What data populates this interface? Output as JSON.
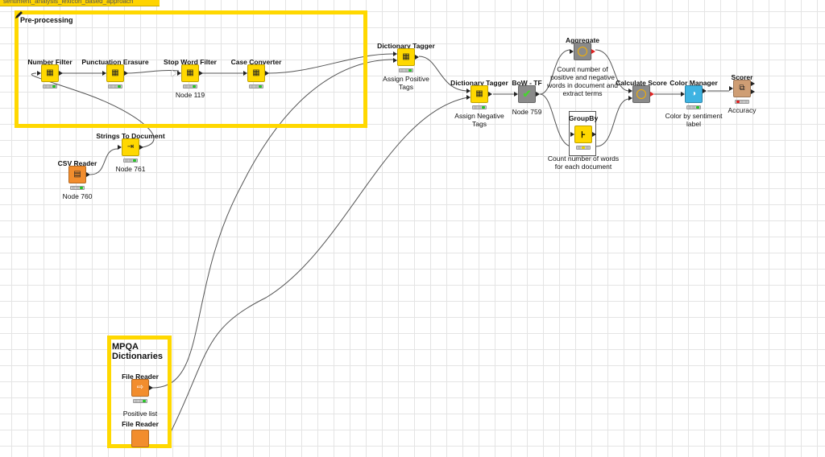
{
  "workflow_tab": "sentiment_analysis_lexicon_based_approach",
  "annotations": [
    {
      "id": "preproc",
      "title": "Pre-processing"
    },
    {
      "id": "mpqa",
      "title": "MPQA Dictionaries"
    }
  ],
  "nodes": {
    "number_filter": {
      "name": "Number Filter",
      "label": "",
      "status": "ok"
    },
    "punctuation_erasure": {
      "name": "Punctuation Erasure",
      "label": "",
      "status": "ok"
    },
    "stop_word_filter": {
      "name": "Stop Word Filter",
      "label": "Node 119",
      "status": "ok"
    },
    "case_converter": {
      "name": "Case Converter",
      "label": "",
      "status": "ok"
    },
    "strings_to_document": {
      "name": "Strings To Document",
      "label": "Node 761",
      "status": "ok"
    },
    "csv_reader": {
      "name": "CSV Reader",
      "label": "Node 760",
      "status": "ok"
    },
    "dict_tagger_pos": {
      "name": "Dictionary Tagger",
      "label": "Assign Positive Tags",
      "status": "ok"
    },
    "dict_tagger_neg": {
      "name": "Dictionary Tagger",
      "label": "Assign Negative Tags",
      "status": "ok"
    },
    "bow_tf": {
      "name": "BoW - TF",
      "label": "Node 759",
      "status": "ok"
    },
    "aggregate": {
      "name": "Aggregate",
      "label": "Count number of positive and negative words in document and extract terms",
      "status": "ok"
    },
    "groupby": {
      "name": "GroupBy",
      "label": "Count number of words for each document",
      "status": "idle"
    },
    "calculate_score": {
      "name": "Calculate Score",
      "label": "",
      "status": "ok"
    },
    "color_manager": {
      "name": "Color Manager",
      "label": "Color by sentiment label",
      "status": "ok"
    },
    "scorer": {
      "name": "Scorer",
      "label": "Accuracy",
      "status": "err"
    },
    "file_reader_pos": {
      "name": "File Reader",
      "label": "Positive list",
      "status": "ok"
    },
    "file_reader_neg": {
      "name": "File Reader",
      "label": "",
      "status": "ok"
    }
  },
  "colors": {
    "annotation_border": "#ffd800",
    "manipulator_node": "#ffd800",
    "source_node": "#f28d2d",
    "metanode": "#8a8a8a",
    "viz_node": "#3eb3e2",
    "other_node": "#cf9e74",
    "status_green": "#26c426",
    "status_yellow": "#e8d200",
    "status_red": "#e02020"
  },
  "icons": {
    "edit": "pencil-icon",
    "text_processing": "document-icon",
    "reader": "file-arrow-icon",
    "metanode": "checkmark-icon",
    "aggregate": "clock-icon",
    "groupby": "groupby-icon",
    "color": "droplet-icon",
    "scorer": "scorer-icon"
  }
}
